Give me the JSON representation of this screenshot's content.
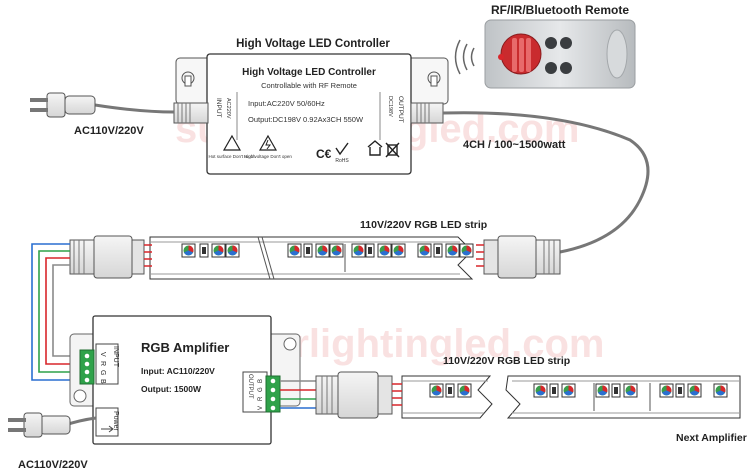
{
  "controller": {
    "heading": "High Voltage LED Controller",
    "box_title": "High Voltage LED Controller",
    "box_subtitle": "Controllable with RF Remote",
    "input_spec": "Input:AC220V 50/60Hz",
    "output_spec": "Output:DC198V  0.92Ax3CH 550W",
    "input_tag": "INPUT",
    "input_tag_sub": "AC220V",
    "output_tag": "OUTPUT",
    "output_tag_sub": "DC198V",
    "warning1": "Hot surface Don't touch",
    "warning2": "High voltage Don't open",
    "rohs": "RoHS"
  },
  "remote": {
    "heading": "RF/IR/Bluetooth Remote"
  },
  "power": {
    "ac_top": "AC110V/220V",
    "ac_bottom": "AC110V/220V"
  },
  "channel_note": "4CH / 100~1500watt",
  "strip1": {
    "label": "110V/220V RGB LED strip"
  },
  "strip2": {
    "label": "110V/220V RGB LED strip"
  },
  "amplifier": {
    "title": "RGB Amplifier",
    "input": "Input: AC110/220V",
    "output": "Output: 1500W",
    "input_tag": "INPUT",
    "output_tag": "OUTPUT",
    "power_tag": "Power",
    "pins": [
      "V",
      "R",
      "G",
      "B"
    ]
  },
  "next": "Next Amplifier",
  "watermark": "superlightingled.com",
  "colors": {
    "red": "#d8262b",
    "green": "#2fa24a",
    "blue": "#2a6fd1",
    "grey": "#8a8a8a",
    "connector": "#f2f2f2"
  }
}
